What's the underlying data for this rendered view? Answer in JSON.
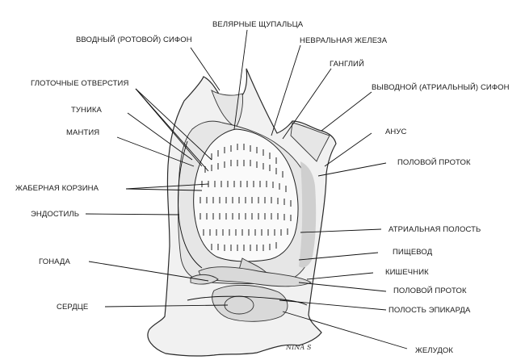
{
  "labels": {
    "velar_tentacles": "ВЕЛЯРНЫЕ ЩУПАЛЬЦА",
    "oral_siphon": "ВВОДНЫЙ (РОТОВОЙ) СИФОН",
    "neural_gland": "НЕВРАЛЬНАЯ ЖЕЛЕЗА",
    "ganglion": "ГАНГЛИЙ",
    "atrial_siphon": "ВЫВОДНОЙ (АТРИАЛЬНЫЙ) СИФОН",
    "pharyngeal_slits": "ГЛОТОЧНЫЕ ОТВЕРСТИЯ",
    "tunic": "ТУНИКА",
    "mantle": "МАНТИЯ",
    "anus": "АНУС",
    "genital_duct_upper": "ПОЛОВОЙ ПРОТОК",
    "branchial_basket": "ЖАБЕРНАЯ КОРЗИНА",
    "endostyle": "ЭНДОСТИЛЬ",
    "atrial_cavity": "АТРИАЛЬНАЯ ПОЛОСТЬ",
    "esophagus": "ПИЩЕВОД",
    "gonad": "ГОНАДА",
    "intestine": "КИШЕЧНИК",
    "genital_duct_lower": "ПОЛОВОЙ ПРОТОК",
    "heart": "СЕРДЦЕ",
    "epicardial_cavity": "ПОЛОСТЬ ЭПИКАРДА",
    "stomach": "ЖЕЛУДОК"
  },
  "signature": "NINA S"
}
